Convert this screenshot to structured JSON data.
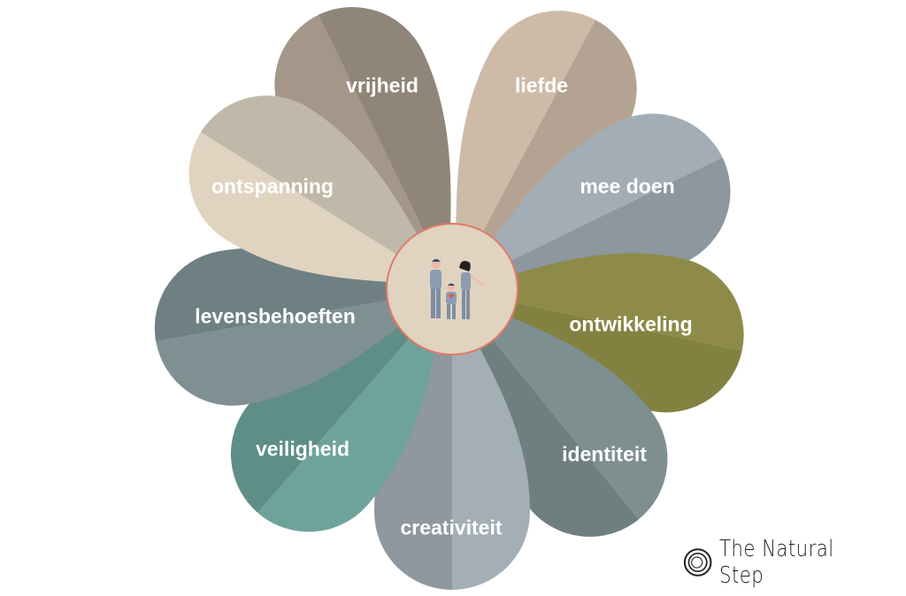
{
  "petals": [
    {
      "label": "vrijheid",
      "colors": [
        "#a49688",
        "#8f8578"
      ]
    },
    {
      "label": "liefde",
      "colors": [
        "#cdbba8",
        "#b4a392"
      ]
    },
    {
      "label": "mee doen",
      "colors": [
        "#a2adb5",
        "#8c979e"
      ]
    },
    {
      "label": "ontwikkeling",
      "colors": [
        "#8e8b48",
        "#838140"
      ]
    },
    {
      "label": "identiteit",
      "colors": [
        "#7e8f90",
        "#6f7f80"
      ]
    },
    {
      "label": "creativiteit",
      "colors": [
        "#a3aeb5",
        "#8e989e"
      ]
    },
    {
      "label": "veiligheid",
      "colors": [
        "#6ea39b",
        "#5e8e86"
      ]
    },
    {
      "label": "levensbehoeften",
      "colors": [
        "#7f9092",
        "#6f8083"
      ]
    },
    {
      "label": "ontspanning",
      "colors": [
        "#e0d4c0",
        "#c0b8a8"
      ]
    }
  ],
  "center": {
    "fill": "#e0d3bf",
    "stroke": "#e07a68",
    "icon": "family-icon"
  },
  "logo": {
    "text": "The Natural Step"
  }
}
